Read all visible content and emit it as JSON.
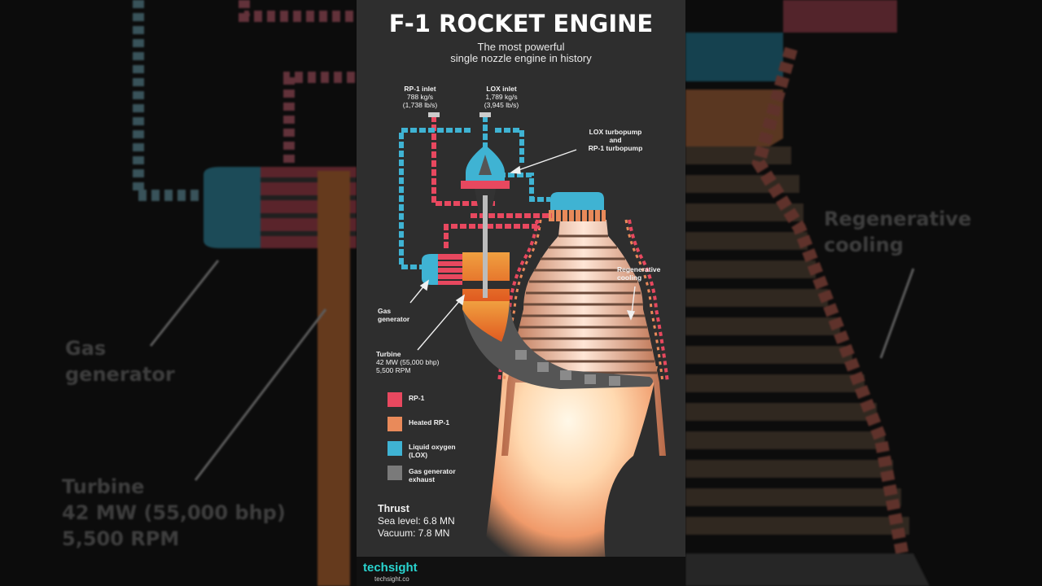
{
  "title": "F-1 ROCKET ENGINE",
  "subtitle": [
    "The most powerful",
    "single nozzle engine in history"
  ],
  "inlets": {
    "rp1": {
      "name": "RP-1 inlet",
      "rate": "788 kg/s",
      "imperial": "(1,738 lb/s)"
    },
    "lox": {
      "name": "LOX inlet",
      "rate": "1,789 kg/s",
      "imperial": "(3,945 lb/s)"
    }
  },
  "turbopump_label": [
    "LOX turbopump",
    "and",
    "RP-1 turbopump"
  ],
  "regen_label": [
    "Regenerative",
    "cooling"
  ],
  "gasgen_label": [
    "Gas",
    "generator"
  ],
  "turbine_label": {
    "name": "Turbine",
    "power": "42 MW (55,000 bhp)",
    "rpm": "5,500 RPM"
  },
  "legend": [
    {
      "label": "RP-1",
      "color": "#e8485f"
    },
    {
      "label": "Heated RP-1",
      "color": "#e98a5a"
    },
    {
      "label": "Liquid oxygen (LOX)",
      "color": "#3fb3d3"
    },
    {
      "label": "Gas generator exhaust",
      "color": "#7a7a7a"
    }
  ],
  "thrust": {
    "heading": "Thrust",
    "sea_level": "Sea level: 6.8 MN",
    "vacuum": "Vacuum: 7.8 MN"
  },
  "brand": {
    "name": "techsight",
    "url": "techsight.co"
  },
  "background": {
    "left": {
      "gasgen": [
        "Gas",
        "generator"
      ],
      "turbine": [
        "Turbine",
        "42 MW (55,000 bhp)",
        "5,500 RPM"
      ]
    },
    "right": {
      "regen": [
        "Regenerative",
        "cooling"
      ]
    }
  },
  "colors": {
    "rp1": "#e8485f",
    "heated_rp1": "#e98a5a",
    "lox": "#3fb3d3",
    "exhaust": "#7a7a7a",
    "panel": "#2e2e2e"
  }
}
